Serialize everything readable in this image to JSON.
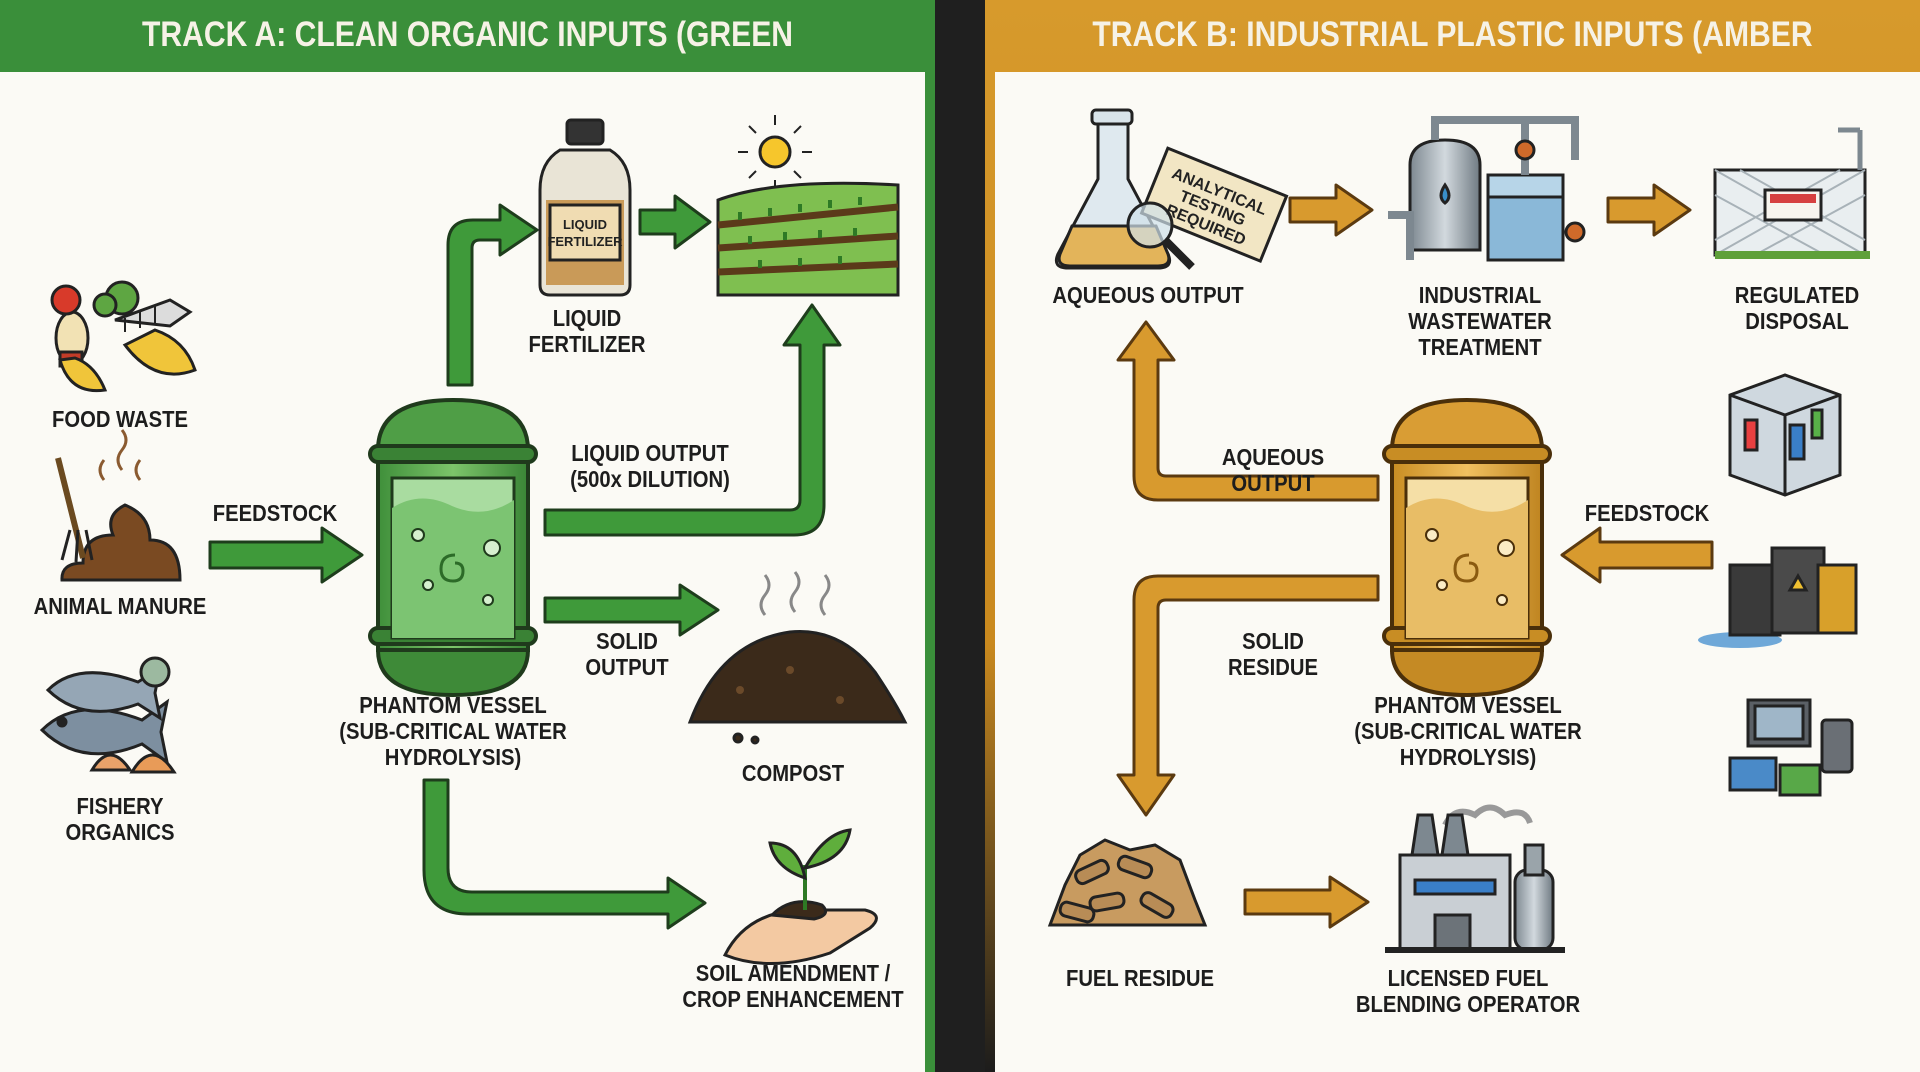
{
  "colors": {
    "track_a_accent": "#3a8f3a",
    "track_b_accent": "#d79a2c",
    "background": "#fbfaf5",
    "divider": "#1f1f1f"
  },
  "track_a": {
    "title": "TRACK A: CLEAN ORGANIC INPUTS (GREEN PATHWAY)",
    "bottle_label_1": "LIQUID",
    "bottle_label_2": "FERTILIZER",
    "labels": {
      "food_waste": "FOOD WASTE",
      "animal_manure": "ANIMAL MANURE",
      "fishery_organics_1": "FISHERY",
      "fishery_organics_2": "ORGANICS",
      "feedstock": "FEEDSTOCK",
      "vessel_1": "PHANTOM VESSEL",
      "vessel_2": "(SUB-CRITICAL WATER",
      "vessel_3": "HYDROLYSIS)",
      "liquid_fertilizer_1": "LIQUID",
      "liquid_fertilizer_2": "FERTILIZER",
      "liquid_output_1": "LIQUID OUTPUT",
      "liquid_output_2": "(500x DILUTION)",
      "solid_output_1": "SOLID",
      "solid_output_2": "OUTPUT",
      "compost": "COMPOST",
      "soil_amendment_1": "SOIL AMENDMENT /",
      "soil_amendment_2": "CROP ENHANCEMENT"
    },
    "icons": [
      "food-waste-icon",
      "animal-manure-icon",
      "fishery-organics-icon",
      "liquid-fertilizer-bottle-icon",
      "crop-field-icon",
      "compost-pile-icon",
      "seedling-hand-icon"
    ]
  },
  "track_b": {
    "title": "TRACK B: INDUSTRIAL PLASTIC INPUTS (AMBER PATHWAY)",
    "tag_line_1": "ANALYTICAL",
    "tag_line_2": "TESTING",
    "tag_line_3": "REQUIRED",
    "labels": {
      "aqueous_output_top": "AQUEOUS OUTPUT",
      "wastewater_1": "INDUSTRIAL",
      "wastewater_2": "WASTEWATER",
      "wastewater_3": "TREATMENT",
      "disposal_1": "REGULATED",
      "disposal_2": "DISPOSAL",
      "aqueous_mid_1": "AQUEOUS",
      "aqueous_mid_2": "OUTPUT",
      "feedstock": "FEEDSTOCK",
      "solid_residue_1": "SOLID",
      "solid_residue_2": "RESIDUE",
      "vessel_1": "PHANTOM VESSEL",
      "vessel_2": "(SUB-CRITICAL WATER",
      "vessel_3": "HYDROLYSIS)",
      "fuel_residue": "FUEL RESIDUE",
      "blending_1": "LICENSED FUEL",
      "blending_2": "BLENDING OPERATOR"
    },
    "icons": [
      "flask-testing-icon",
      "wastewater-plant-icon",
      "regulated-disposal-icon",
      "plastic-bale-icon",
      "chemical-barrels-icon",
      "electronic-waste-icon",
      "wood-pellets-icon",
      "blending-facility-icon"
    ]
  }
}
